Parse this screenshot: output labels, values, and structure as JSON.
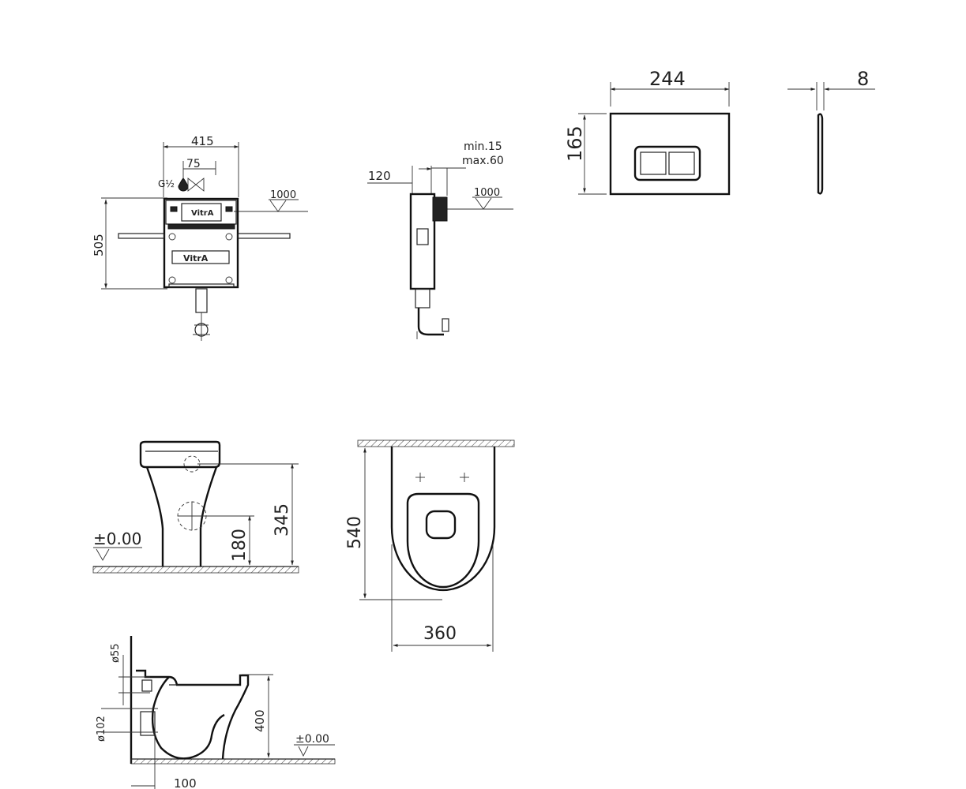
{
  "frame_top_view": {
    "width_label": "415",
    "inlet_offset_label": "75",
    "height_label": "505",
    "level_label": "1000",
    "thread_label": "G½",
    "brand_top": "VitrA",
    "brand_front": "VitrA"
  },
  "frame_side_view": {
    "depth_label": "120",
    "wall_min_label": "min.15",
    "wall_max_label": "max.60",
    "level_label": "1000"
  },
  "flush_plate": {
    "width_label": "244",
    "thickness_label": "8",
    "height_label": "165"
  },
  "toilet_front_view": {
    "floor_level_label": "±0.00",
    "inlet_height_label": "180",
    "total_height_label": "345"
  },
  "toilet_top_view": {
    "length_label": "540",
    "width_label": "360"
  },
  "toilet_section_view": {
    "flush_inlet_label": "ø55",
    "outlet_label": "ø102",
    "height_label": "400",
    "floor_level_label": "±0.00",
    "outlet_offset_label": "100"
  }
}
